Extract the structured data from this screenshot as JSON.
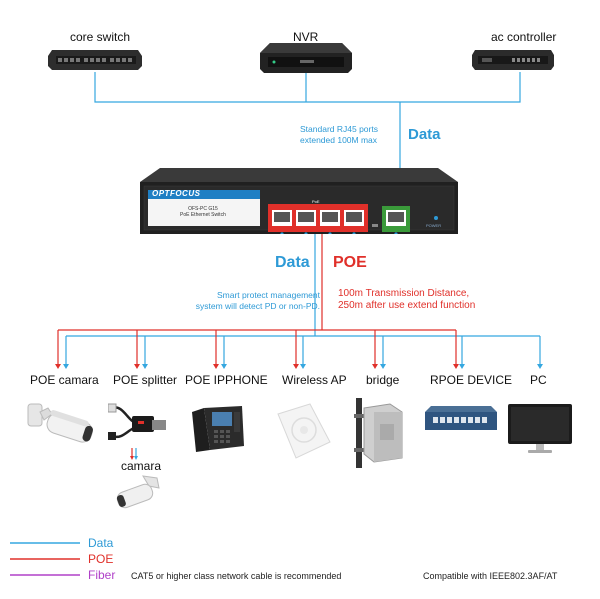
{
  "top_devices": {
    "core_switch": "core switch",
    "nvr": "NVR",
    "ac_controller": "ac controller"
  },
  "notes": {
    "rj45_line1": "Standard RJ45 ports",
    "rj45_line2": "extended 100M max",
    "data_big": "Data",
    "data_big_2": "Data",
    "poe_big": "POE",
    "smart_line1": "Smart protect management",
    "smart_line2": "system will detect PD or non-PD.",
    "distance_line1": "100m Transmission Distance,",
    "distance_line2": "250m after use extend function"
  },
  "switch": {
    "brand": "OPTFOCUS",
    "model_line1": "OFS-PC G15",
    "model_line2": "PoE Ethernet Switch",
    "poe_label": "PoE",
    "power_label": "POWER"
  },
  "bottom_devices": [
    {
      "label": "POE camara"
    },
    {
      "label": "POE splitter"
    },
    {
      "label": "POE IPPHONE"
    },
    {
      "label": "Wireless AP"
    },
    {
      "label": "bridge"
    },
    {
      "label": "RPOE DEVICE"
    },
    {
      "label": "PC"
    }
  ],
  "camera_label": "camara",
  "legend": {
    "data": "Data",
    "poe": "POE",
    "fiber": "Fiber",
    "cable_note": "CAT5 or higher class network cable is recommended",
    "compat_note": "Compatible with IEEE802.3AF/AT"
  },
  "colors": {
    "data": "#35a7e0",
    "poe": "#e0302a",
    "fiber": "#b040c8"
  }
}
